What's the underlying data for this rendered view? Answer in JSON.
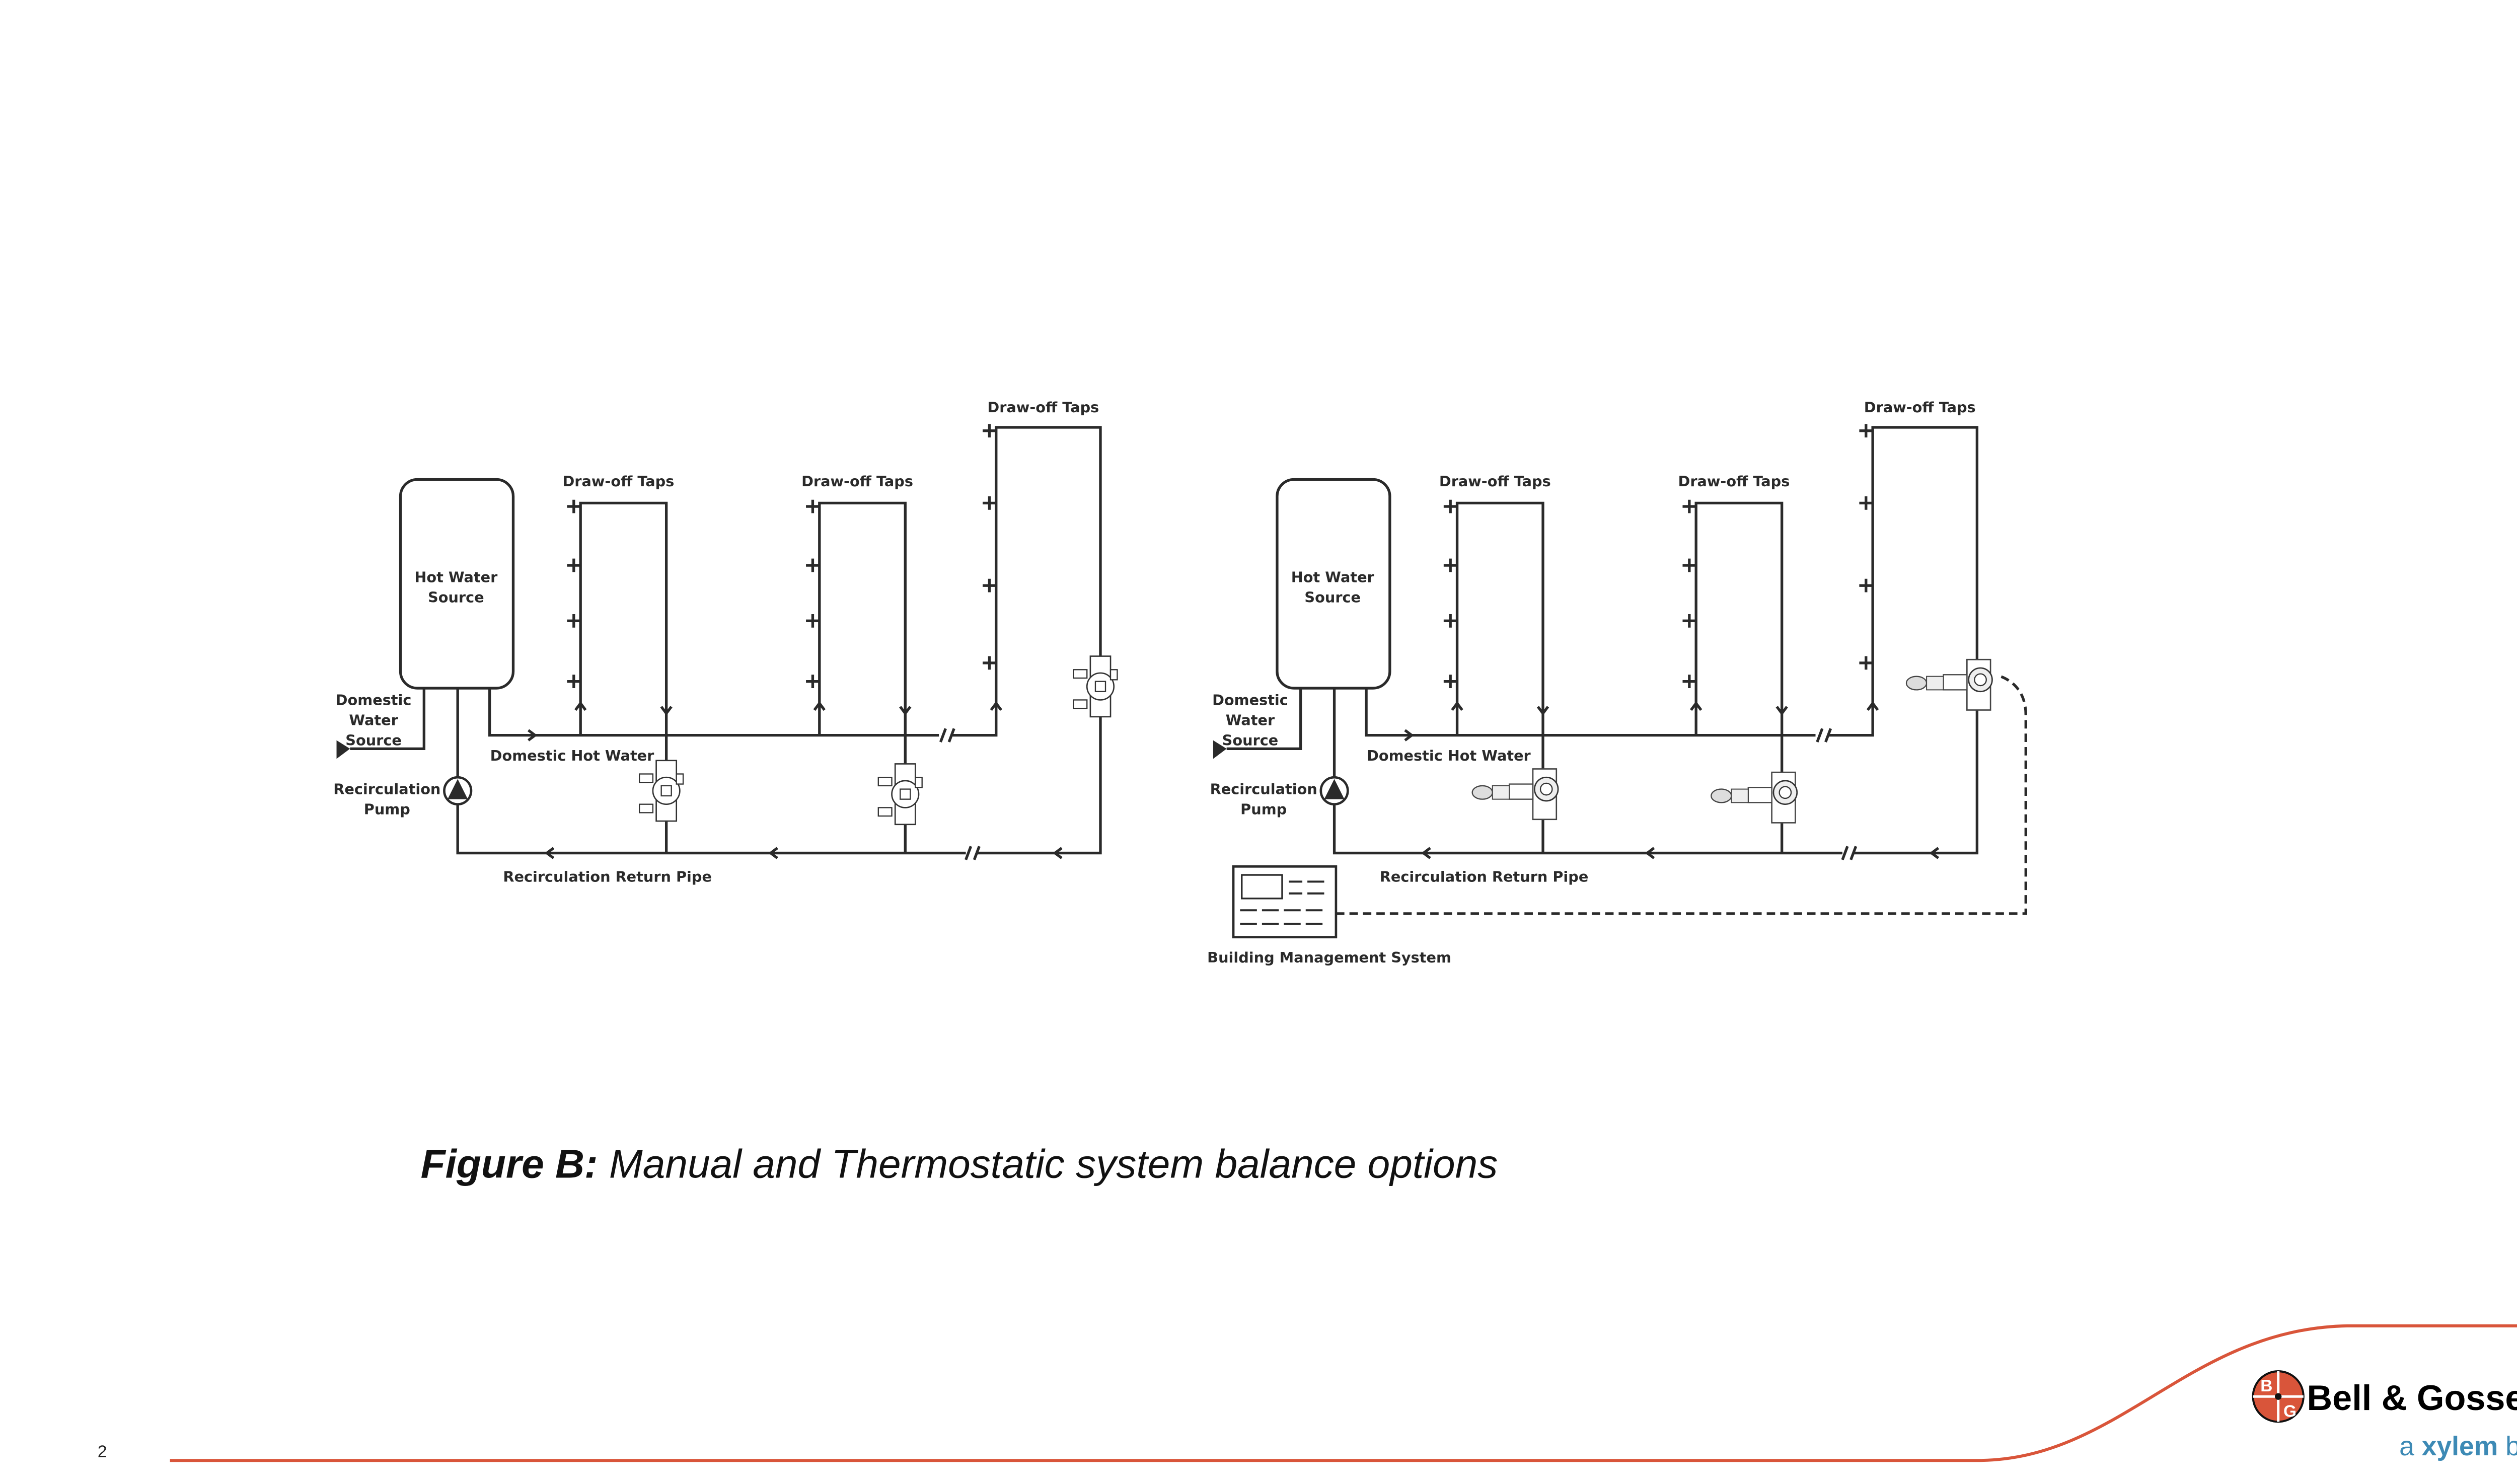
{
  "page_number": "2",
  "caption": {
    "bold": "Figure B:",
    "text": " Manual and Thermostatic system balance options"
  },
  "diagrams": [
    {
      "name": "manual",
      "labels": {
        "hot_water_source": [
          "Hot Water",
          "Source"
        ],
        "draw_off_taps": "Draw-off Taps",
        "domestic_water_source": [
          "Domestic",
          "Water",
          "Source"
        ],
        "domestic_hot_water": "Domestic Hot Water",
        "recirculation_pump": [
          "Recirculation",
          "Pump"
        ],
        "recirculation_return_pipe": "Recirculation Return Pipe"
      },
      "valve_type": "manual"
    },
    {
      "name": "thermostatic",
      "labels": {
        "hot_water_source": [
          "Hot Water",
          "Source"
        ],
        "draw_off_taps": "Draw-off Taps",
        "domestic_water_source": [
          "Domestic",
          "Water",
          "Source"
        ],
        "domestic_hot_water": "Domestic Hot Water",
        "recirculation_pump": [
          "Recirculation",
          "Pump"
        ],
        "recirculation_return_pipe": "Recirculation Return Pipe",
        "building_management_system": "Building Management System"
      },
      "valve_type": "thermostatic"
    }
  ],
  "logo": {
    "brand": "Bell & Gossett",
    "tagline_a": "a ",
    "tagline_xylem": "xylem",
    "tagline_brand": " brand",
    "badge": [
      "B",
      "G"
    ]
  },
  "colors": {
    "accent": "#d9553a",
    "xylem_blue": "#3d8ab5",
    "ink": "#2a2a2a"
  }
}
